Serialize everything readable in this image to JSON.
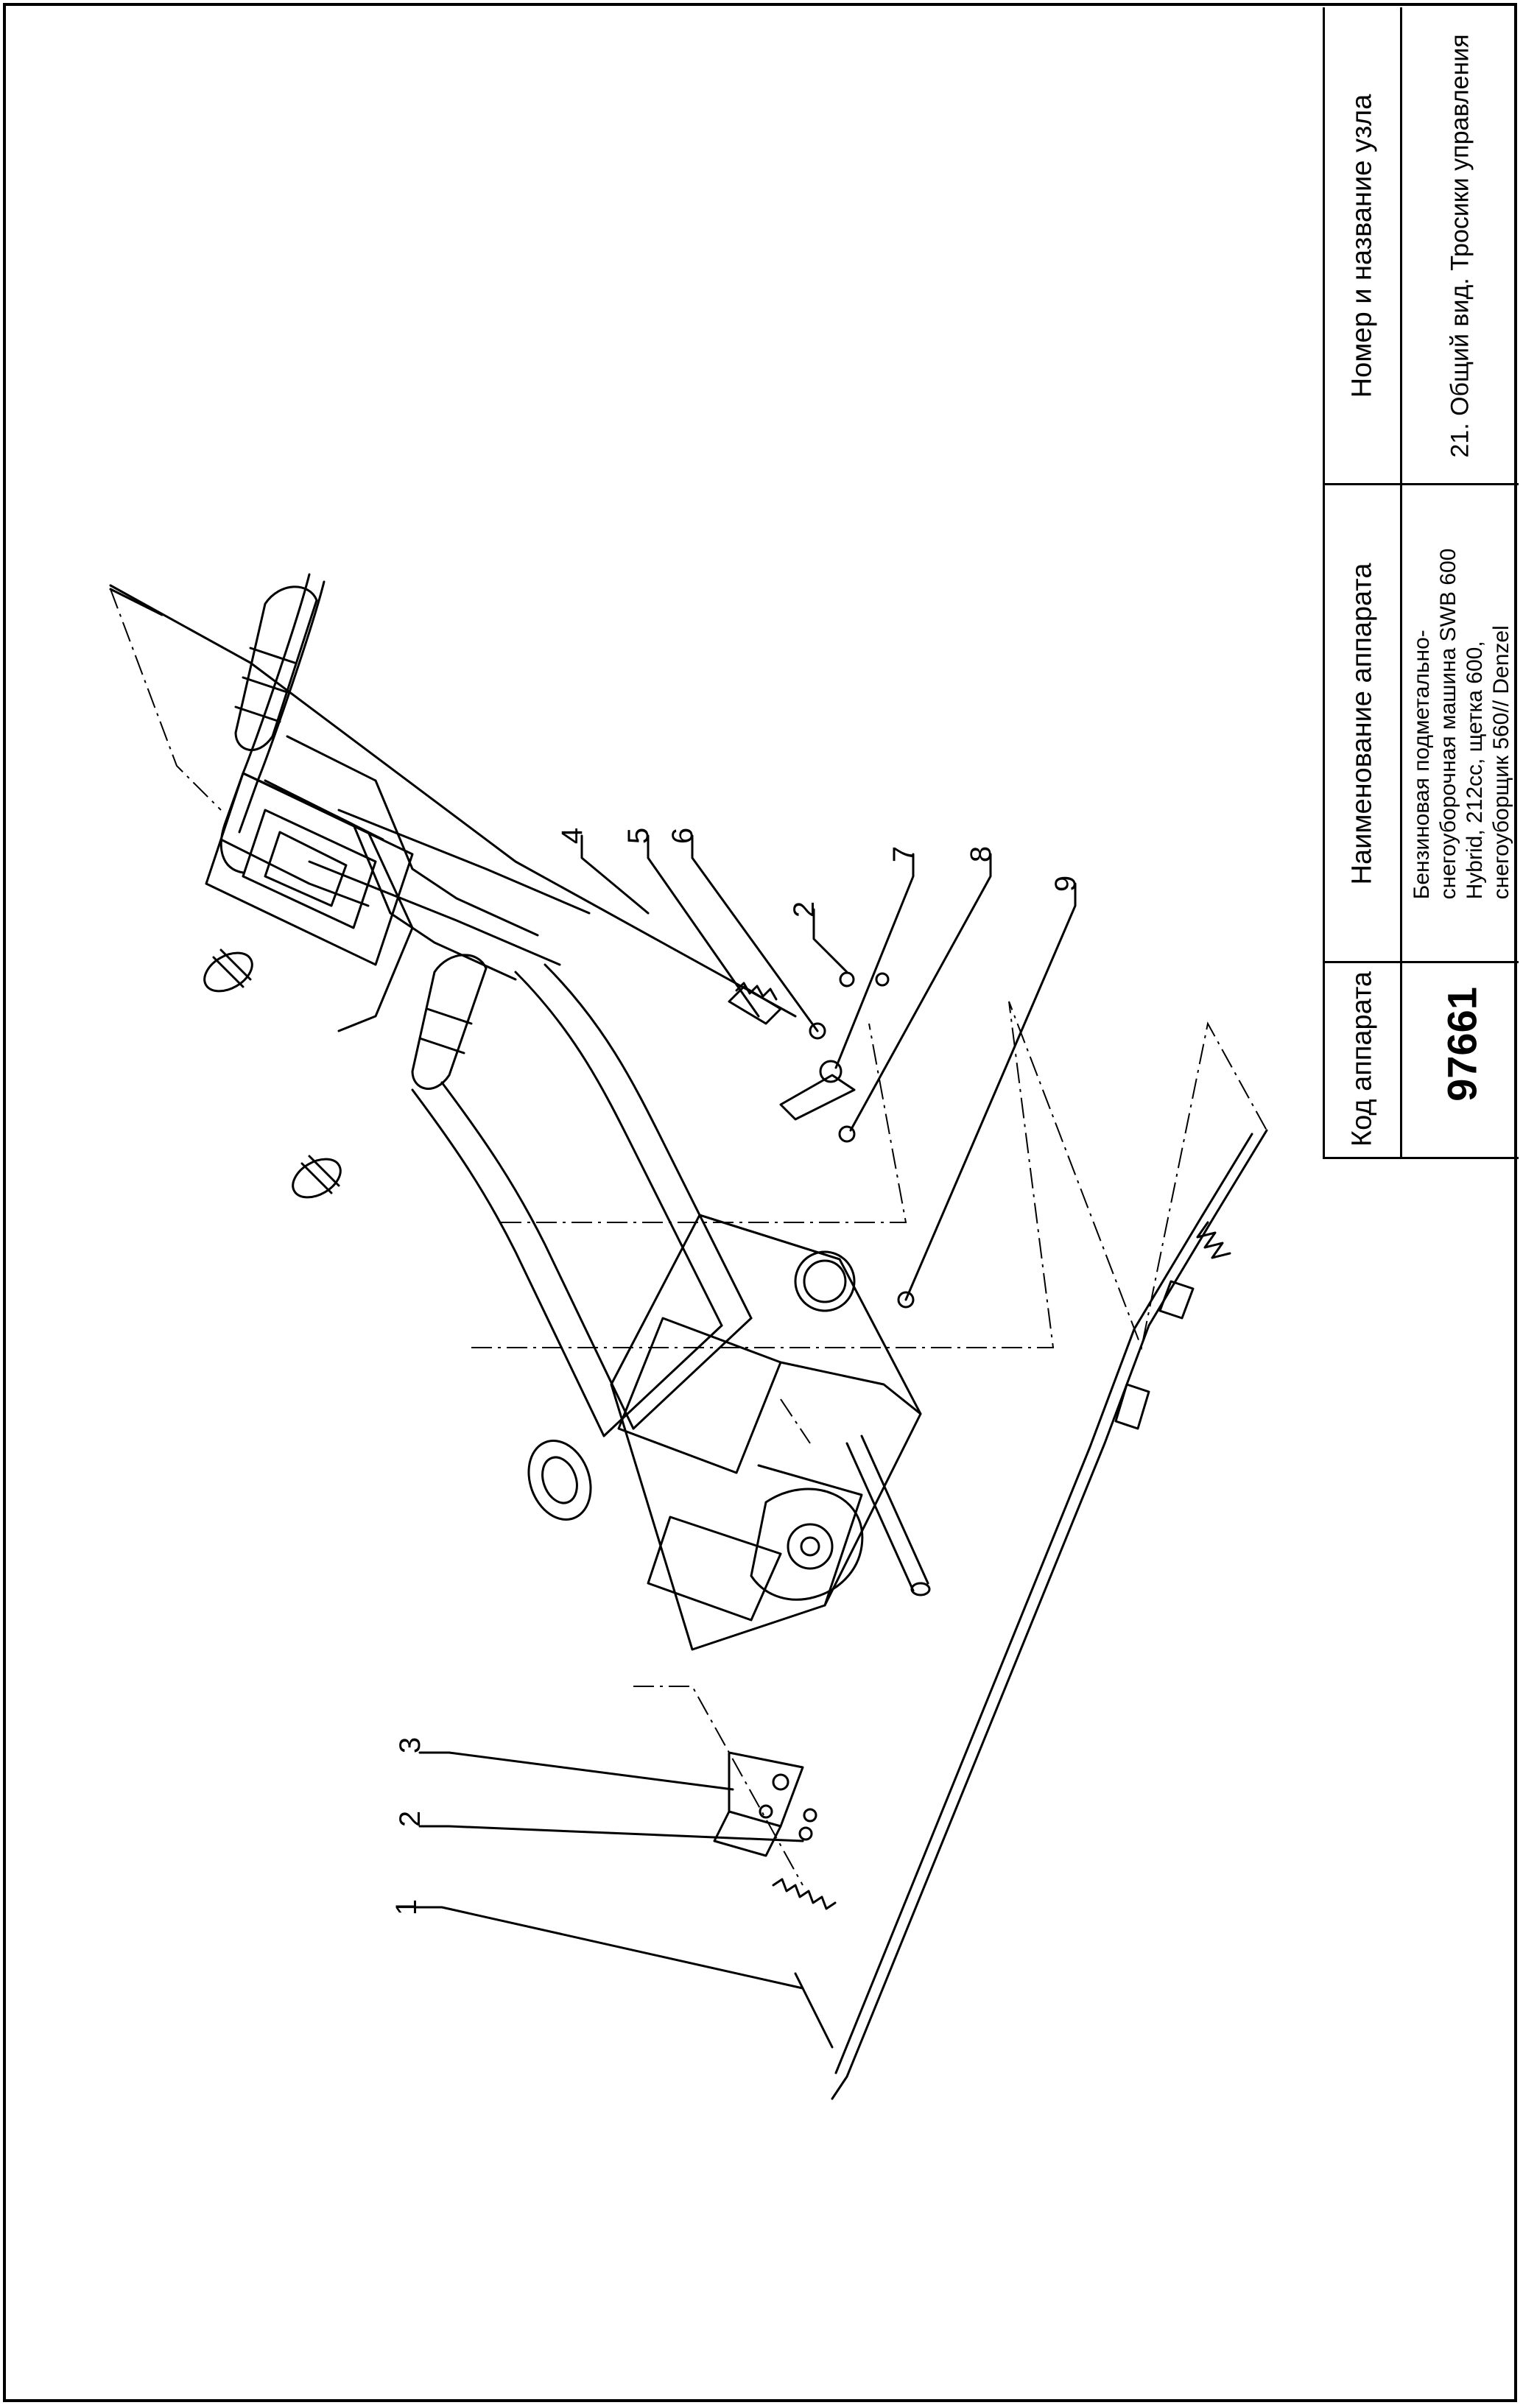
{
  "title_block": {
    "code_header": "Код аппарата",
    "code_value": "97661",
    "name_header": "Наименование аппарата",
    "name_lines": [
      "Бензиновая подметально-",
      "снегоуборочная машина SWB 600",
      "Hybrid, 212cc, щетка 600,",
      "снегоуборщик 560// Denzel"
    ],
    "node_header": "Номер и название узла",
    "node_value": "21. Общий вид. Тросики управления"
  },
  "callouts": [
    "1",
    "2",
    "3",
    "4",
    "5",
    "6",
    "2",
    "7",
    "8",
    "9"
  ]
}
